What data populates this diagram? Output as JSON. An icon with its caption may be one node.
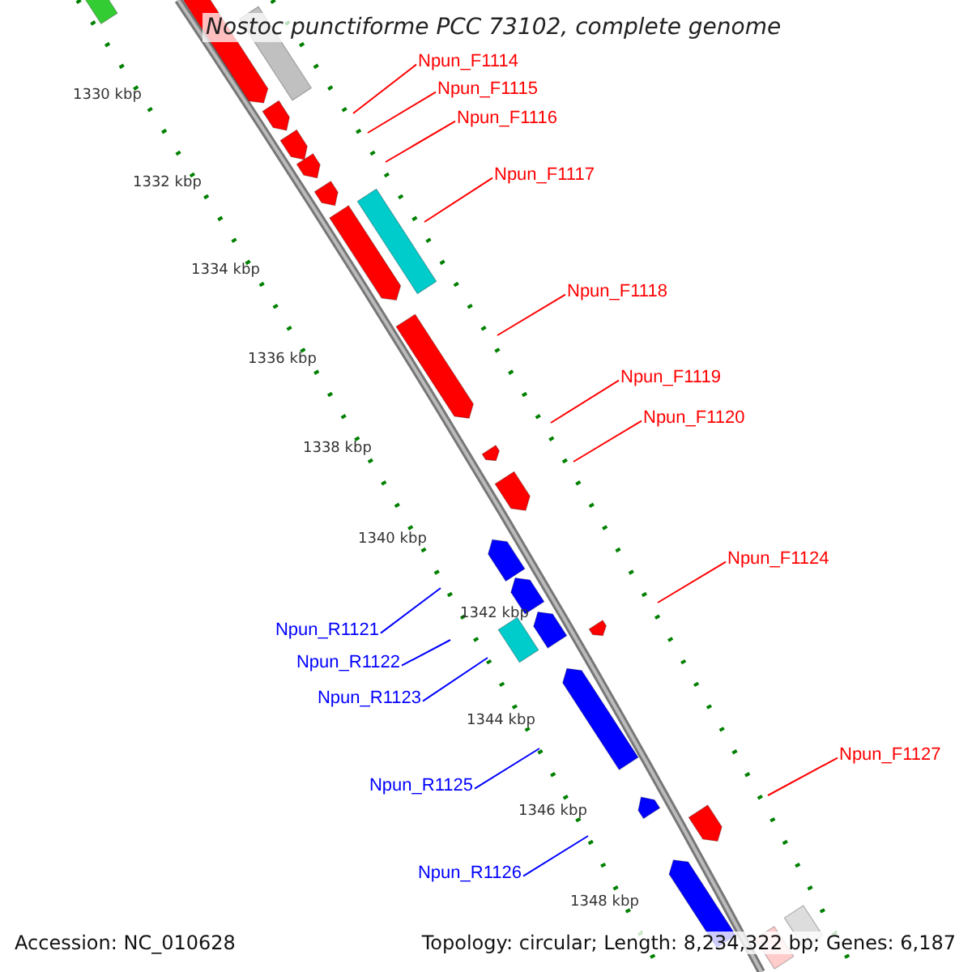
{
  "diagram": {
    "title": "Nostoc punctiforme PCC 73102, complete genome",
    "nodes": [
      {
        "text": [
          "Npun_F1114"
        ]
      },
      {
        "text": [
          "Npun_F1115"
        ]
      },
      {
        "text": [
          "Npun_F1116"
        ]
      },
      {
        "text": [
          "Npun_F1117"
        ]
      },
      {
        "text": [
          "Npun_F1118"
        ]
      },
      {
        "text": [
          "Npun_F1119"
        ]
      },
      {
        "text": [
          "Npun_F1120"
        ]
      },
      {
        "text": [
          "Npun_F1124"
        ]
      },
      {
        "text": [
          "Npun_R1121"
        ]
      },
      {
        "text": [
          "Npun_R1122"
        ]
      },
      {
        "text": [
          "Npun_R1123"
        ]
      },
      {
        "text": [
          "Npun_R1125"
        ]
      },
      {
        "text": [
          "Npun_F1127"
        ]
      },
      {
        "text": [
          "Npun_R1126"
        ]
      }
    ],
    "edges": [
      {
        "from": 0,
        "to": null,
        "arrow": "none"
      },
      {
        "from": 1,
        "to": null,
        "arrow": "none"
      },
      {
        "from": 2,
        "to": null,
        "arrow": "none"
      },
      {
        "from": 3,
        "to": null,
        "arrow": "none"
      },
      {
        "from": 4,
        "to": null,
        "arrow": "none"
      },
      {
        "from": 5,
        "to": null,
        "arrow": "none"
      },
      {
        "from": 6,
        "to": null,
        "arrow": "none"
      },
      {
        "from": 7,
        "to": null,
        "arrow": "none"
      },
      {
        "from": 8,
        "to": null,
        "arrow": "none",
        "color": "#0000ff"
      },
      {
        "from": 9,
        "to": null,
        "arrow": "none",
        "color": "#0000ff"
      },
      {
        "from": 10,
        "to": null,
        "arrow": "none",
        "color": "#0000ff"
      },
      {
        "from": 11,
        "to": null,
        "arrow": "none",
        "color": "#0000ff"
      },
      {
        "from": 12,
        "to": null,
        "arrow": "none"
      },
      {
        "from": 13,
        "to": null,
        "arrow": "none",
        "color": "#0000ff"
      }
    ],
    "labels": [
      "1330 kbp",
      "1332 kbp",
      "1334 kbp",
      "1336 kbp",
      "1338 kbp",
      "1340 kbp",
      "1342 kbp",
      "1344 kbp",
      "1346 kbp",
      "1348 kbp",
      "Accession: NC_010628",
      "Topology: circular; Length: 8,234,322 bp; Genes: 6,187"
    ]
  }
}
